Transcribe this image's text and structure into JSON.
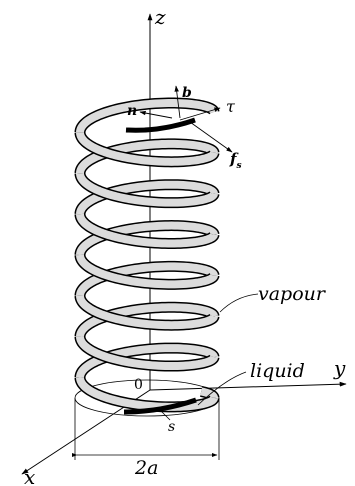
{
  "labels": {
    "z": "z",
    "y": "y",
    "x": "x",
    "origin": "0",
    "b": "b",
    "n": "n",
    "tau": "τ",
    "f": "f",
    "f_sub": "s",
    "vapour": "vapour",
    "liquid": "liquid",
    "s": "s",
    "two_a": "2a"
  },
  "colors": {
    "line": "#000000",
    "tube": "#dcdcdc",
    "background": "#ffffff"
  }
}
